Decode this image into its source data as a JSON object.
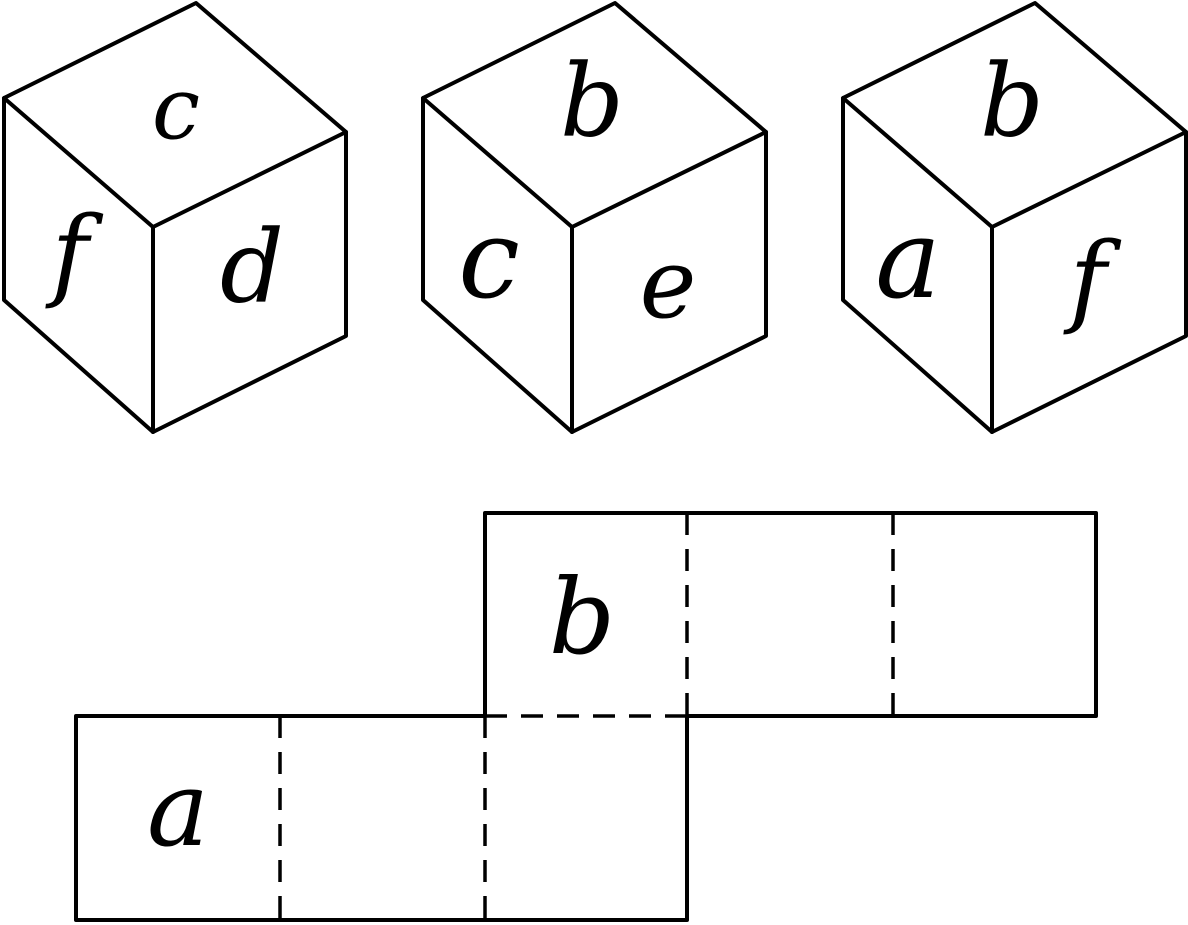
{
  "cubes": [
    {
      "top": "c",
      "left": "f",
      "right": "d"
    },
    {
      "top": "b",
      "left": "c",
      "right": "e"
    },
    {
      "top": "b",
      "left": "a",
      "right": "f"
    }
  ],
  "net": {
    "lower_row": [
      "a",
      "",
      ""
    ],
    "upper_row": [
      "b",
      "",
      ""
    ]
  }
}
